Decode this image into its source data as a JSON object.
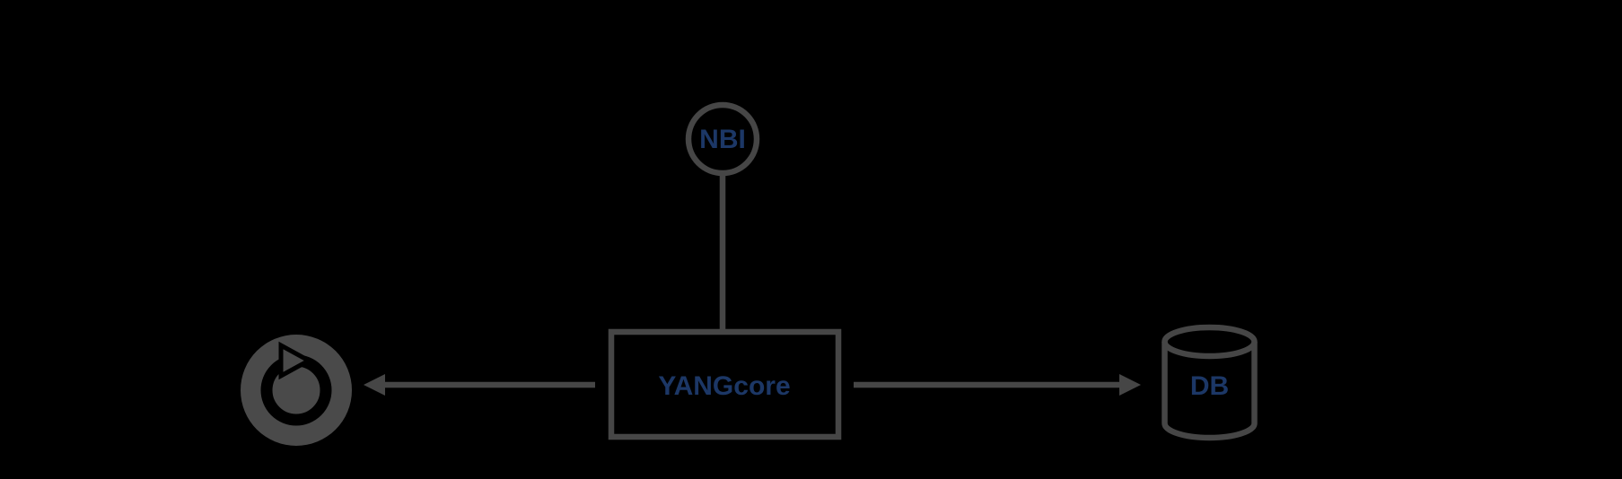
{
  "diagram": {
    "colors": {
      "background": "#000000",
      "line": "#464646",
      "icon_fill": "#4a4a4a",
      "label": "#1c3766"
    },
    "nodes": {
      "nbi": {
        "label": "NBI",
        "shape": "circle"
      },
      "yangcore": {
        "label": "YANGcore",
        "shape": "rectangle"
      },
      "restart": {
        "shape": "icon",
        "icon": "restart-icon"
      },
      "db": {
        "label": "DB",
        "shape": "cylinder"
      }
    },
    "edges": [
      {
        "from": "nbi",
        "to": "yangcore",
        "style": "plain-line"
      },
      {
        "from": "yangcore",
        "to": "restart",
        "style": "arrow-left"
      },
      {
        "from": "yangcore",
        "to": "db",
        "style": "arrow-right"
      }
    ]
  }
}
